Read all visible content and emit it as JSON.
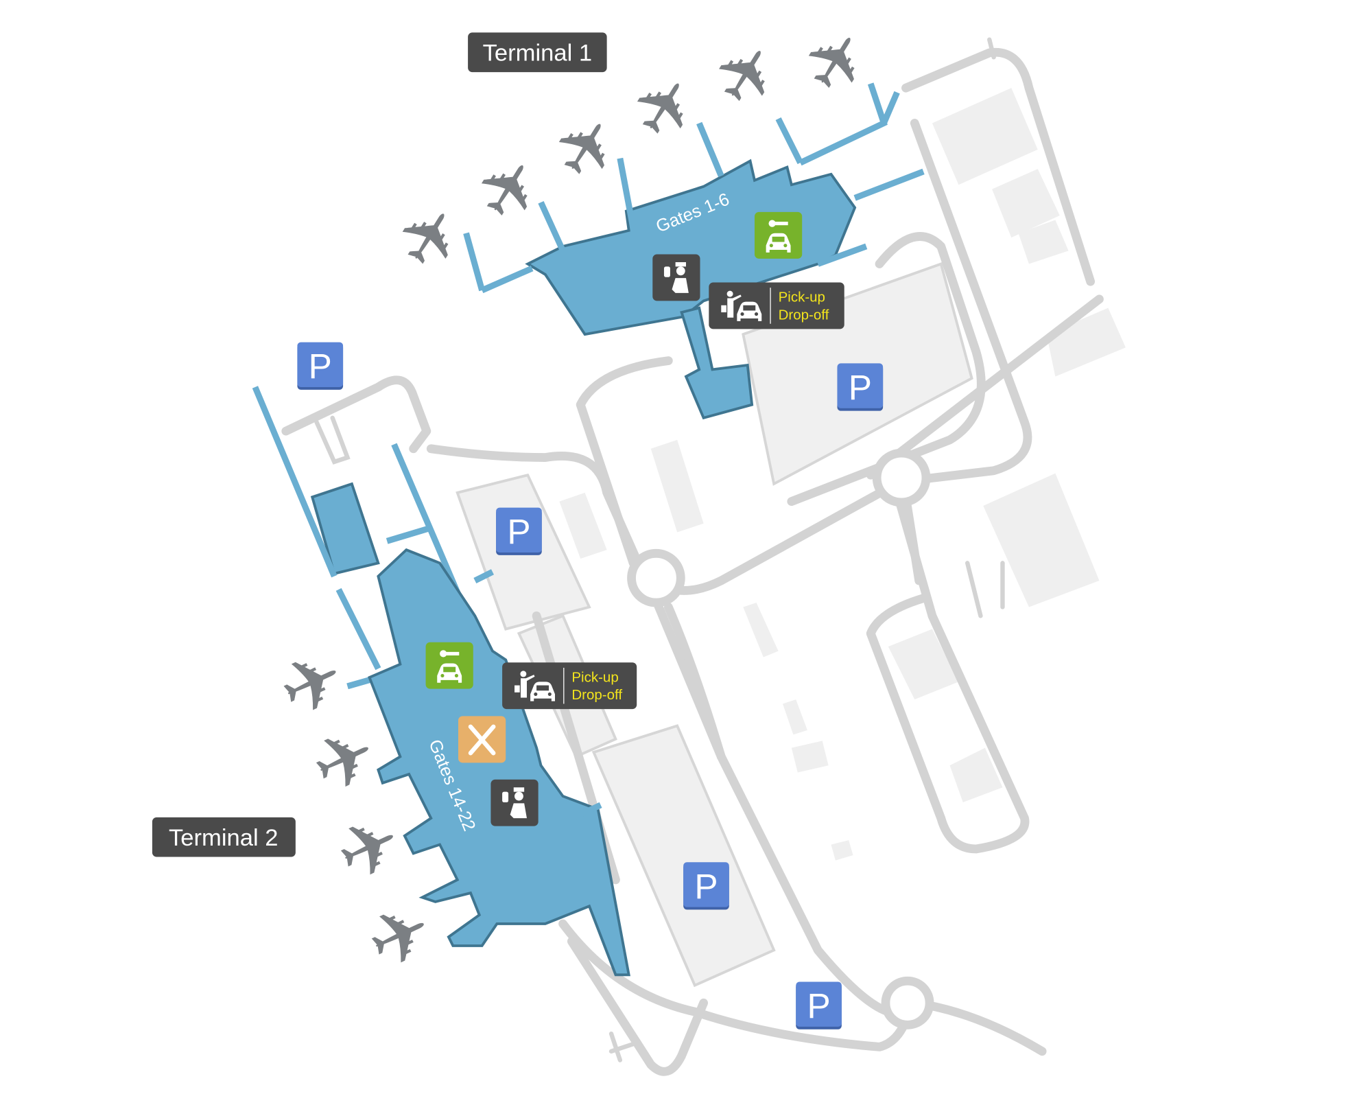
{
  "map": {
    "terminals": [
      {
        "label": "Terminal 1",
        "gates_label": "Gates 1-6"
      },
      {
        "label": "Terminal 2",
        "gates_label": "Gates 14-22"
      }
    ],
    "pickup": {
      "line1": "Pick-up",
      "line2": "Drop-off",
      "icon": "pickup-dropoff-icon"
    },
    "parking": {
      "label": "P",
      "icon": "parking-icon"
    },
    "icons": [
      "car-rental-icon",
      "customs-icon",
      "restaurant-icon",
      "airplane-icon"
    ],
    "colors": {
      "terminal": "#6aaed1",
      "parking": "#5b84d6",
      "car_rental": "#77b32b",
      "restaurant": "#e7b06a",
      "sign": "#4a4a4a",
      "sign_text": "#f4e51c",
      "road": "#d3d3d3",
      "plane": "#7b7f83"
    }
  }
}
